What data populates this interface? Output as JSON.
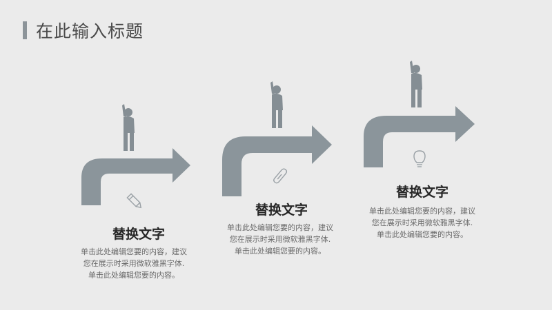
{
  "page": {
    "title": "在此输入标题"
  },
  "colors": {
    "arrow": "#8b959b",
    "figure": "#858e94",
    "icon": "#9aa1a6"
  },
  "steps": [
    {
      "heading": "替换文字",
      "icon": "pencil-icon",
      "lines": [
        "单击此处编辑您要的内容，建议",
        "您在展示时采用微软雅黑字体.",
        "单击此处编辑您要的内容。"
      ]
    },
    {
      "heading": "替换文字",
      "icon": "paperclip-icon",
      "lines": [
        "单击此处编辑您要的内容，建议",
        "您在展示时采用微软雅黑字体.",
        "单击此处编辑您要的内容。"
      ]
    },
    {
      "heading": "替换文字",
      "icon": "lightbulb-icon",
      "lines": [
        "单击此处编辑您要的内容，建议",
        "您在展示时采用微软雅黑字体.",
        "单击此处编辑您要的内容。"
      ]
    }
  ]
}
